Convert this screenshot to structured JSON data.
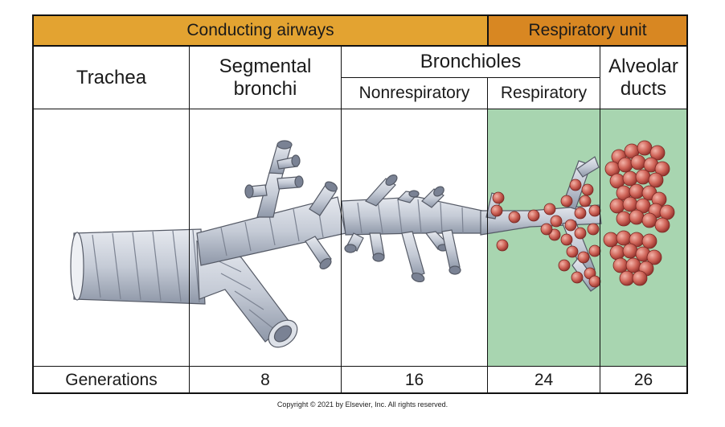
{
  "bands": {
    "conducting": "Conducting airways",
    "respiratory": "Respiratory unit"
  },
  "columns": {
    "trachea": "Trachea",
    "segmental_line1": "Segmental",
    "segmental_line2": "bronchi",
    "bronchioles": "Bronchioles",
    "nonrespiratory": "Nonrespiratory",
    "respiratory": "Respiratory",
    "alveolar_line1": "Alveolar",
    "alveolar_line2": "ducts"
  },
  "generations": {
    "label": "Generations",
    "segmental": "8",
    "nonrespiratory": "16",
    "respiratory": "24",
    "alveolar": "26"
  },
  "colors": {
    "conducting_band": "#e3a331",
    "respiratory_band": "#d88722",
    "respiratory_zone_bg": "#a8d5b0",
    "airway": "#c9ced8",
    "alveoli": "#c95a52"
  },
  "copyright": "Copyright © 2021 by Elsevier, Inc. All rights reserved."
}
